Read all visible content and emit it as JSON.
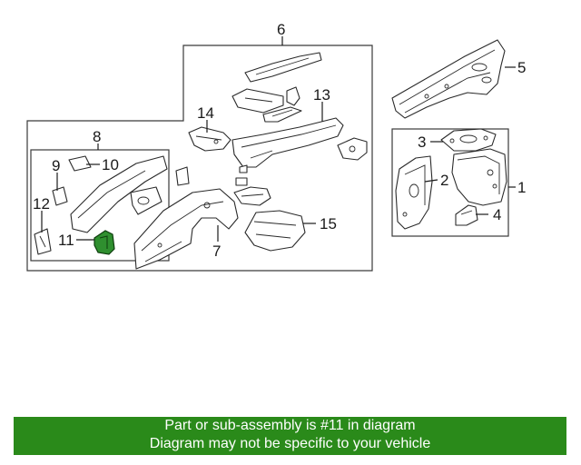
{
  "callouts": {
    "c1": "1",
    "c2": "2",
    "c3": "3",
    "c4": "4",
    "c5": "5",
    "c6": "6",
    "c7": "7",
    "c8": "8",
    "c9": "9",
    "c10": "10",
    "c11": "11",
    "c12": "12",
    "c13": "13",
    "c14": "14",
    "c15": "15"
  },
  "highlighted_part": "11",
  "colors": {
    "highlight": "#2f8f2f",
    "banner": "#2a8a1a"
  },
  "banner": {
    "line1": "Part or sub-assembly is #11 in diagram",
    "line2": "Diagram may not be specific to your vehicle"
  }
}
